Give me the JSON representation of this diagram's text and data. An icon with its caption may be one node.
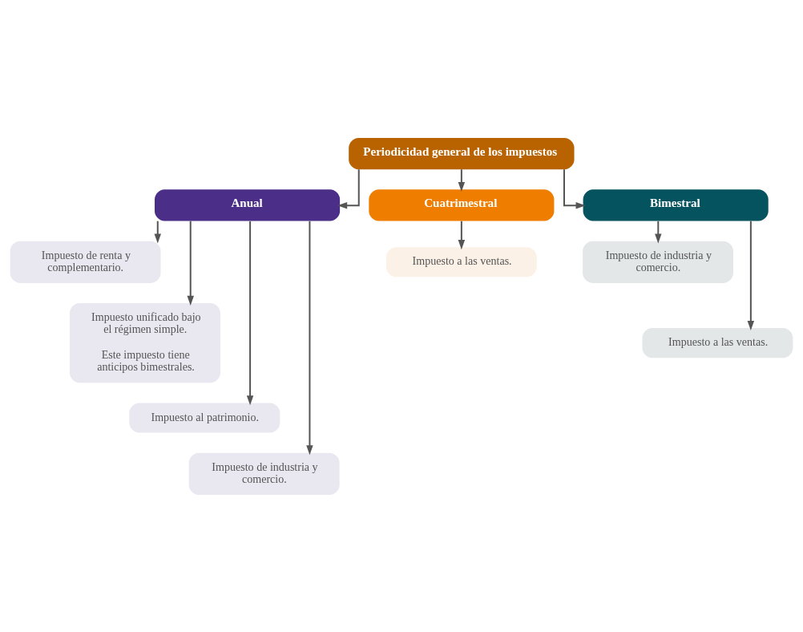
{
  "diagram": {
    "nodes": [
      {
        "text": [
          "Periodicidad general de los impuestos"
        ]
      },
      {
        "text": [
          "Anual"
        ]
      },
      {
        "text": [
          "Cuatrimestral"
        ]
      },
      {
        "text": [
          "Bimestral"
        ]
      },
      {
        "text": [
          "Impuesto de renta y complementario."
        ]
      },
      {
        "text": [
          "Impuesto unificado bajo el régimen simple.",
          "Este impuesto tiene anticipos bimestrales."
        ]
      },
      {
        "text": [
          "Impuesto al patrimonio."
        ]
      },
      {
        "text": [
          "Impuesto de industria y comercio."
        ]
      },
      {
        "text": [
          "Impuesto a las ventas."
        ]
      },
      {
        "text": [
          "Impuesto de industria y comercio."
        ]
      },
      {
        "text": [
          "Impuesto a las ventas."
        ]
      }
    ],
    "edges": [
      {
        "from": 0,
        "to": 1,
        "arrow": "to"
      },
      {
        "from": 0,
        "to": 2,
        "arrow": "to"
      },
      {
        "from": 0,
        "to": 3,
        "arrow": "to"
      },
      {
        "from": 1,
        "to": 4,
        "arrow": "to"
      },
      {
        "from": 1,
        "to": 5,
        "arrow": "to"
      },
      {
        "from": 1,
        "to": 6,
        "arrow": "to"
      },
      {
        "from": 1,
        "to": 7,
        "arrow": "to"
      },
      {
        "from": 2,
        "to": 8,
        "arrow": "to"
      },
      {
        "from": 3,
        "to": 9,
        "arrow": "to"
      },
      {
        "from": 3,
        "to": 10,
        "arrow": "to"
      }
    ]
  }
}
